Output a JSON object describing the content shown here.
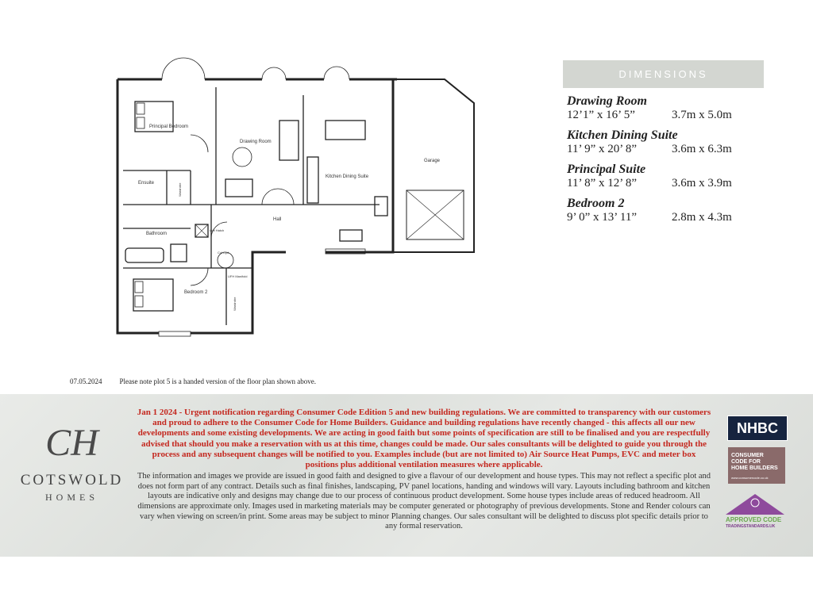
{
  "floorplan": {
    "rooms": {
      "principal_bedroom": "Principal Bedroom",
      "drawing_room": "Drawing Room",
      "kitchen_dining_suite": "Kitchen Dining Suite",
      "garage": "Garage",
      "ensuite": "Ensuite",
      "wardrobe": "Wardrobe",
      "bathroom": "Bathroom",
      "hall": "Hall",
      "loft_hatch": "Loft Hatch",
      "cyl_cpd": "Cyl Cpd",
      "ufh_manifold": "UFH Manifold",
      "bedroom_2": "Bedroom 2",
      "wardrobe_2": "Wardrobe"
    }
  },
  "dimensions": {
    "header": "DIMENSIONS",
    "rooms": [
      {
        "name": "Drawing Room",
        "imperial": "12’1” x 16’ 5”",
        "metric": "3.7m x 5.0m"
      },
      {
        "name": "Kitchen Dining Suite",
        "imperial": "11’ 9” x 20’ 8”",
        "metric": "3.6m x 6.3m"
      },
      {
        "name": "Principal Suite",
        "imperial": "11’ 8” x 12’ 8”",
        "metric": "3.6m x 3.9m"
      },
      {
        "name": "Bedroom 2",
        "imperial": "9’ 0” x 13’ 11”",
        "metric": "2.8m x 4.3m"
      }
    ]
  },
  "footer": {
    "date": "07.05.2024",
    "note": "Please note plot 5 is a handed version of the floor plan shown above."
  },
  "brand": {
    "monogram": "CH",
    "name_line1": "COTSWOLD",
    "name_line2": "HOMES"
  },
  "notice": {
    "urgent": "Jan 1 2024 - Urgent notification regarding Consumer Code Edition 5 and new building regulations.  We are committed to transparency with our customers and proud to adhere to the Consumer Code for Home Builders. Guidance and building regulations have recently changed - this affects all our new developments and some existing developments.  We are acting in good faith but some points of specification are still to be finalised and you are respectfully advised that should you make a reservation with us at this time, changes could be made. Our sales consultants will be delighted to guide you through the process and any subsequent changes will be notified to you.  Examples include (but are not limited to) Air Source Heat Pumps, EVC and meter box positions plus additional ventilation measures where applicable.",
    "disclaimer": "The information and images we provide are issued in good faith and designed to give a flavour of our development and house types. This may not reflect a specific plot and does not form part of any contract. Details such as final finishes, landscaping, PV panel locations, handing and windows will vary. Layouts including bathroom and kitchen layouts are indicative only and designs may change due to our process of continuous product development. Some house types include areas of reduced headroom. All dimensions are approximate only. Images used in marketing materials may be computer generated or photography of previous developments. Stone and Render colours can vary when viewing on screen/in print. Some areas may be subject to minor Planning changes.  Our sales consultant will be delighted to discuss plot specific details prior to any formal reservation."
  },
  "badges": {
    "nhbc": "NHBC",
    "consumer_code": {
      "line1": "CONSUMER",
      "line2": "CODE FOR",
      "line3": "HOME BUILDERS",
      "web": "www.consumercode.co.uk"
    },
    "tsi": {
      "line1": "APPROVED CODE",
      "line2": "TRADINGSTANDARDS.UK"
    }
  },
  "colors": {
    "notice_red": "#c4271e",
    "dimensions_header_bg": "#d3d6d1",
    "nhbc_navy": "#16243f",
    "consumer_code_bg": "#8a6a6a"
  }
}
